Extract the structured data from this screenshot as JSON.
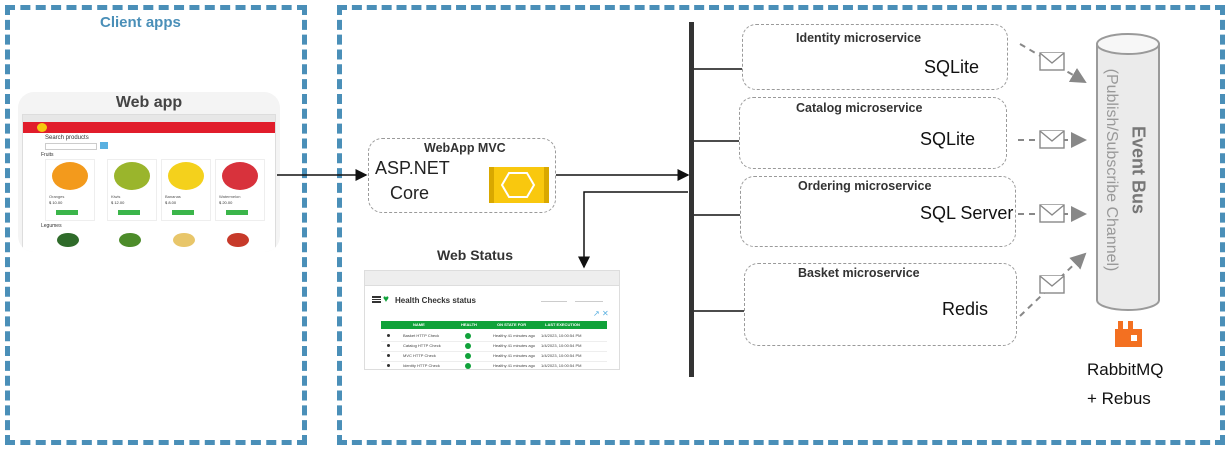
{
  "client_apps": {
    "title": "Client apps",
    "web_app": {
      "title": "Web app",
      "search_label": "Search products",
      "section_fruits": "Fruits",
      "section_legumes": "Legumes",
      "products": [
        {
          "name": "Oranges",
          "price": "$ 10.00",
          "color": "#f39a1c"
        },
        {
          "name": "Kiwis",
          "price": "$ 12.00",
          "color": "#9ab52c"
        },
        {
          "name": "Bananas",
          "price": "$ 8.00",
          "color": "#f4d11c"
        },
        {
          "name": "Watermelon",
          "price": "$ 20.00",
          "color": "#d8323c"
        }
      ]
    }
  },
  "webapp_mvc": {
    "title": "WebApp MVC",
    "line1": "ASP.NET",
    "line2": "Core"
  },
  "web_status": {
    "title": "Web Status",
    "panel_title": "Health Checks status",
    "columns": [
      "NAME",
      "HEALTH",
      "ON STATE FOR",
      "LAST EXECUTION"
    ],
    "rows": [
      {
        "name": "Basket HTTP Check",
        "on_state": "Healthy 41 minutes ago",
        "last": "1/4/2023, 10:00:54 PM"
      },
      {
        "name": "Catalog HTTP Check",
        "on_state": "Healthy 41 minutes ago",
        "last": "1/4/2023, 10:00:54 PM"
      },
      {
        "name": "MVC HTTP Check",
        "on_state": "Healthy 41 minutes ago",
        "last": "1/4/2023, 10:00:54 PM"
      },
      {
        "name": "Identity HTTP Check",
        "on_state": "Healthy 41 minutes ago",
        "last": "1/4/2023, 10:00:54 PM"
      }
    ]
  },
  "microservices": [
    {
      "title": "Identity microservice",
      "db": "SQLite",
      "color": "#c8161d"
    },
    {
      "title": "Catalog microservice",
      "db": "SQLite",
      "color": "#0b2a6f"
    },
    {
      "title": "Ordering microservice",
      "db": "SQL Server",
      "color": "#22c55e"
    },
    {
      "title": "Basket microservice",
      "db": "Redis",
      "color": "#2563eb"
    }
  ],
  "event_bus": {
    "title": "Event Bus",
    "subtitle": "(Publish/Subscribe Channel)",
    "footer_line1": "RabbitMQ",
    "footer_line2": "+ Rebus",
    "brand_color": "#f37021"
  },
  "colors": {
    "dash_blue": "#4a8fb8",
    "title_blue": "#4a8fb8",
    "mvc_yellow": "#f9c80e",
    "health_green": "#10a23a"
  }
}
